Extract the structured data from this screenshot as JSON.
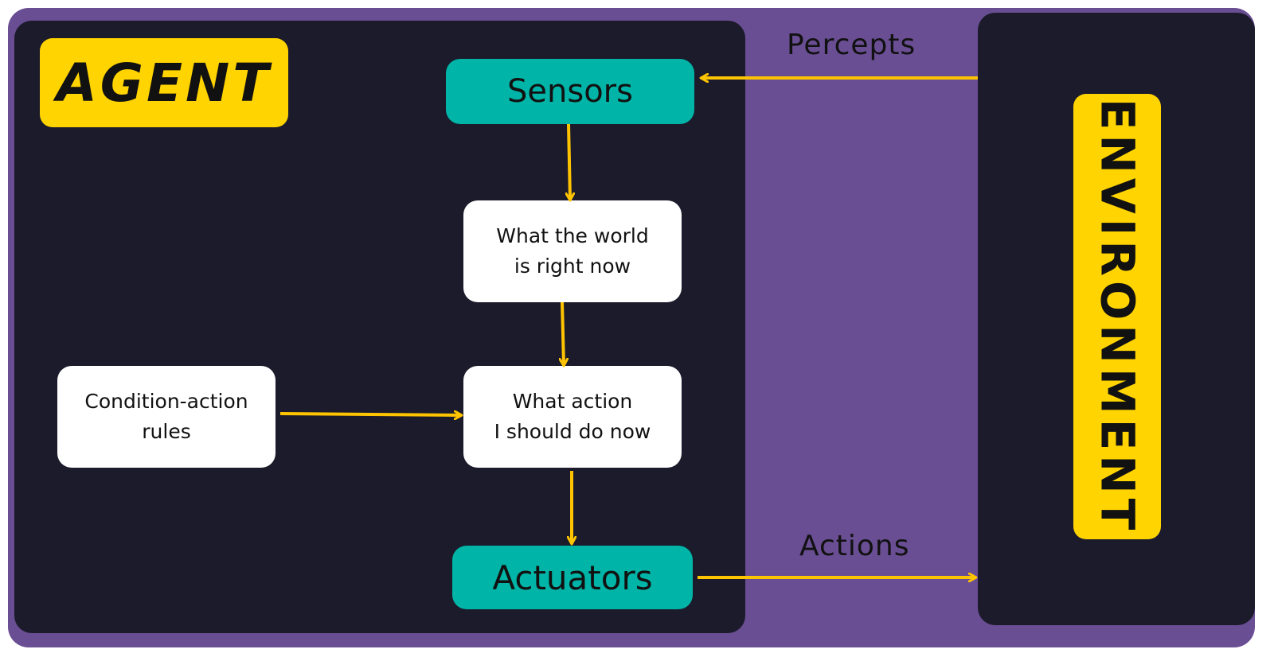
{
  "diagram": {
    "agent_title": "AGENT",
    "environment_title": "ENVIRONMENT",
    "nodes": {
      "sensors": "Sensors",
      "world_state": "What the world\nis right now",
      "action_choice": "What action\nI should do now",
      "rules": "Condition-action\nrules",
      "actuators": "Actuators"
    },
    "edges": {
      "percepts": "Percepts",
      "actions": "Actions"
    }
  },
  "colors": {
    "frame": "#6a4e94",
    "panel": "#1b1b2b",
    "badge": "#ffd400",
    "teal_box": "#00b5a7",
    "white_box": "#ffffff",
    "arrow": "#ffc400"
  }
}
